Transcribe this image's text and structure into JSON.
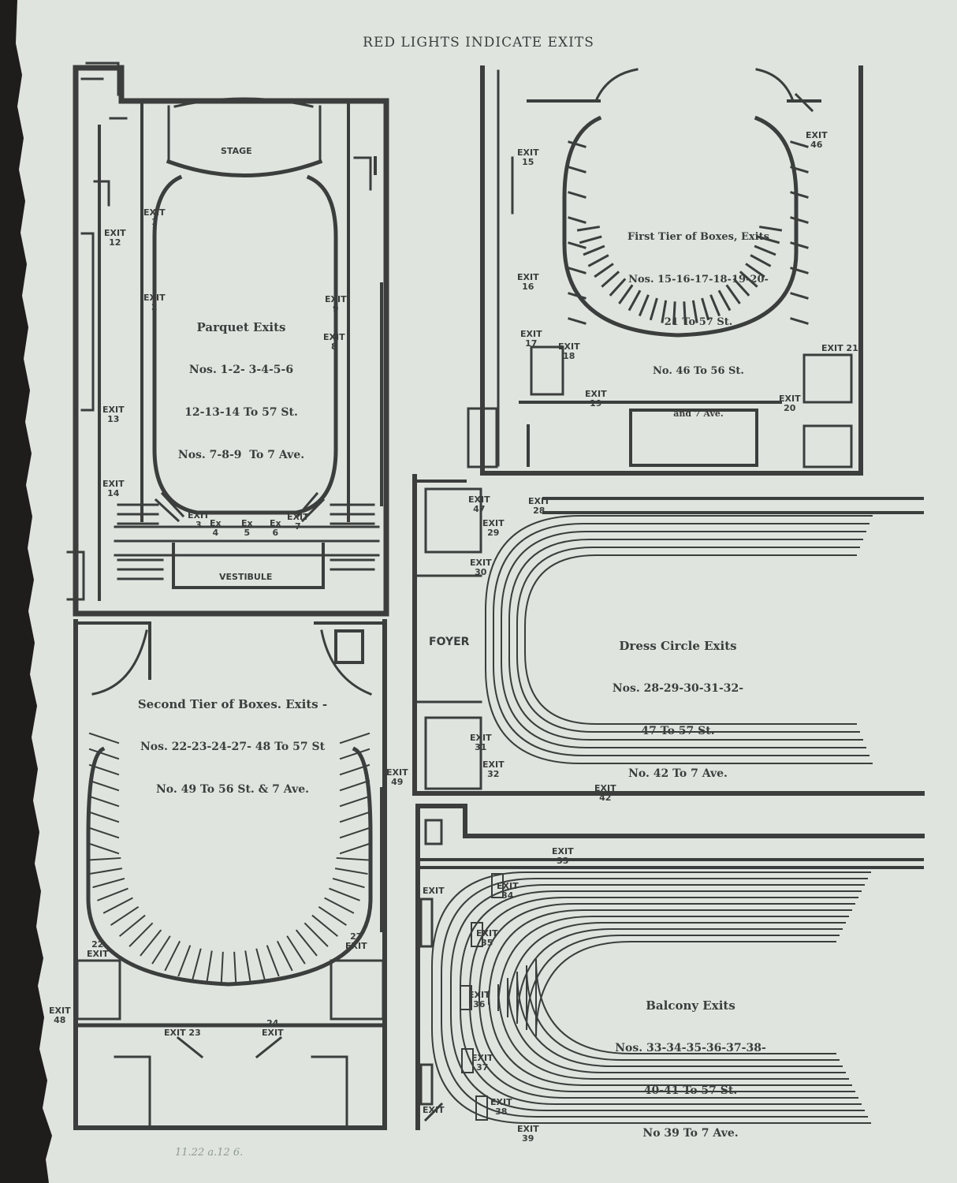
{
  "heading": "RED LIGHTS INDICATE EXITS",
  "colors": {
    "ink": "#3b3e3c",
    "paper": "#dfe4df",
    "edge": "#1f1d1c"
  },
  "plans": {
    "parquet": {
      "stage": "STAGE",
      "vestibule": "VESTIBULE",
      "caption": {
        "title": "Parquet Exits",
        "lines": [
          "Nos. 1-2- 3-4-5-6",
          "12-13-14 To 57 St.",
          "Nos. 7-8-9  To 7 Ave."
        ]
      }
    },
    "first_tier": {
      "caption": {
        "title": "First Tier of Boxes, Exits",
        "lines": [
          "Nos. 15-16-17-18-19-20-",
          "21 To 57 St.",
          "No. 46 To 56 St.",
          "and 7 Ave."
        ]
      }
    },
    "second_tier": {
      "caption": {
        "title": "Second Tier of Boxes. Exits -",
        "lines": [
          "Nos. 22-23-24-27- 48 To 57 St",
          "No. 49 To 56 St. & 7 Ave."
        ]
      }
    },
    "dress_circle": {
      "foyer": "FOYER",
      "caption": {
        "title": "Dress Circle Exits",
        "lines": [
          "Nos. 28-29-30-31-32-",
          "47 To 57 St.",
          "No. 42 To 7 Ave."
        ]
      }
    },
    "balcony": {
      "caption": {
        "title": "Balcony Exits",
        "lines": [
          "Nos. 33-34-35-36-37-38-",
          "40-41 To 57 St.",
          "No 39 To 7 Ave."
        ]
      }
    }
  },
  "exit_labels": [
    "EXIT\n1",
    "EXIT\n2",
    "EXIT\n3",
    "Ex\n4",
    "Ex\n5",
    "Ex\n6",
    "EXIT\n7",
    "EXIT\n8",
    "EXIT\n9",
    "EXIT\n12",
    "EXIT\n13",
    "EXIT\n14",
    "EXIT\n15",
    "EXIT\n16",
    "EXIT\n17",
    "EXIT\n18",
    "EXIT\n19",
    "EXIT\n20",
    "EXIT 21",
    "EXIT\n46",
    "22\nEXIT",
    "EXIT 23",
    "24\nEXIT",
    "27\nEXIT",
    "EXIT\n48",
    "EXIT\n49",
    "EXIT\n28",
    "EXIT\n29",
    "EXIT\n30",
    "EXIT\n31",
    "EXIT\n32",
    "EXIT\n42",
    "EXIT\n47",
    "EXIT\n33",
    "EXIT\n34",
    "EXIT\n35",
    "EXIT\n36",
    "EXIT\n37",
    "EXIT\n38",
    "EXIT\n39",
    "EXIT",
    "EXIT"
  ],
  "handwritten_note": "11.22 a.12 6."
}
